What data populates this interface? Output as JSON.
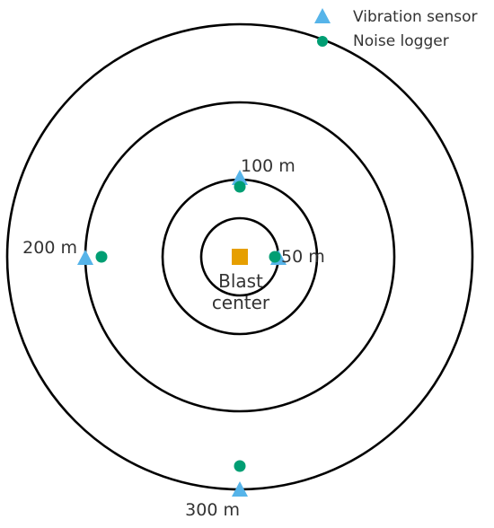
{
  "colors": {
    "background": "#ffffff",
    "ring": "#000000",
    "vibration_sensor": "#56b4e9",
    "noise_logger": "#009e73",
    "blast_center": "#e69f00",
    "text": "#333333"
  },
  "legend": {
    "vibration_label": "Vibration sensor",
    "noise_label": "Noise logger"
  },
  "rings": {
    "r50_label": "50 m",
    "r100_label": "100 m",
    "r200_label": "200 m",
    "r300_label": "300 m"
  },
  "center": {
    "line1": "Blast",
    "line2": "center"
  },
  "icons": {
    "vibration_marker": "triangle-icon",
    "noise_marker": "circle-icon",
    "blast_marker": "square-icon"
  }
}
